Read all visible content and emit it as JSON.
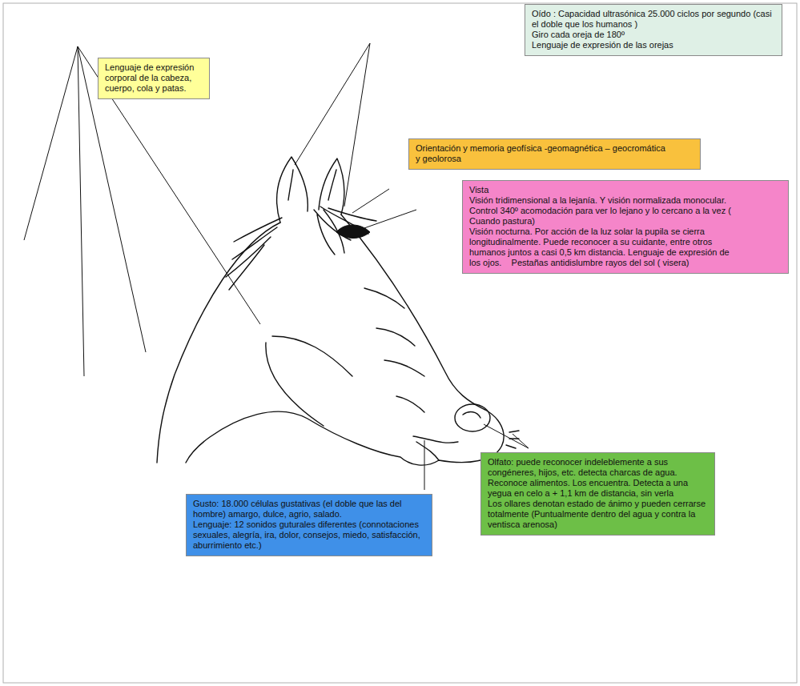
{
  "diagram": {
    "nodes": [
      {
        "text": [
          "Oído : Capacidad ultrasónica 25.000 ciclos por segundo (casi el doble que los humanos )",
          "Giro cada oreja de 180º",
          "Lenguaje de expresión de las orejas"
        ]
      },
      {
        "text": [
          "Lenguaje de expresión corporal de la cabeza, cuerpo, cola y patas."
        ]
      },
      {
        "text": [
          "Orientación y memoria geofísica -geomagnética – geocromática y geolorosa"
        ]
      },
      {
        "text": [
          "Vista",
          "Visión tridimensional a la lejanía. Y visión normalizada monocular. Control 340º acomodación para ver lo lejano y lo cercano a la vez ( Cuando pastura)",
          "Visión nocturna. Por acción de la luz solar la pupila se cierra longitudinalmente. Puede reconocer a su cuidante, entre otros humanos juntos a casi 0,5 km distancia. Lenguaje de expresión de los ojos.    Pestañas antidislumbre rayos del sol ( visera)"
        ]
      },
      {
        "text": [
          "Olfato: puede reconocer indeleblemente a sus congéneres, hijos, etc. detecta charcas de agua. Reconoce alimentos. Los encuentra. Detecta a una yegua en celo a + 1,1 km de distancia, sin verla",
          "Los ollares denotan estado de ánimo y pueden cerrarse totalmente (Puntualmente dentro del agua y contra la ventisca arenosa)"
        ]
      },
      {
        "text": [
          "Gusto: 18.000 células gustativas (el doble que las del hombre) amargo, dulce, agrio, salado.",
          "Lenguaje: 12 sonidos guturales diferentes (connotaciones sexuales, alegría, ira, dolor, consejos, miedo, satisfacción, aburrimiento etc.)"
        ]
      }
    ]
  }
}
